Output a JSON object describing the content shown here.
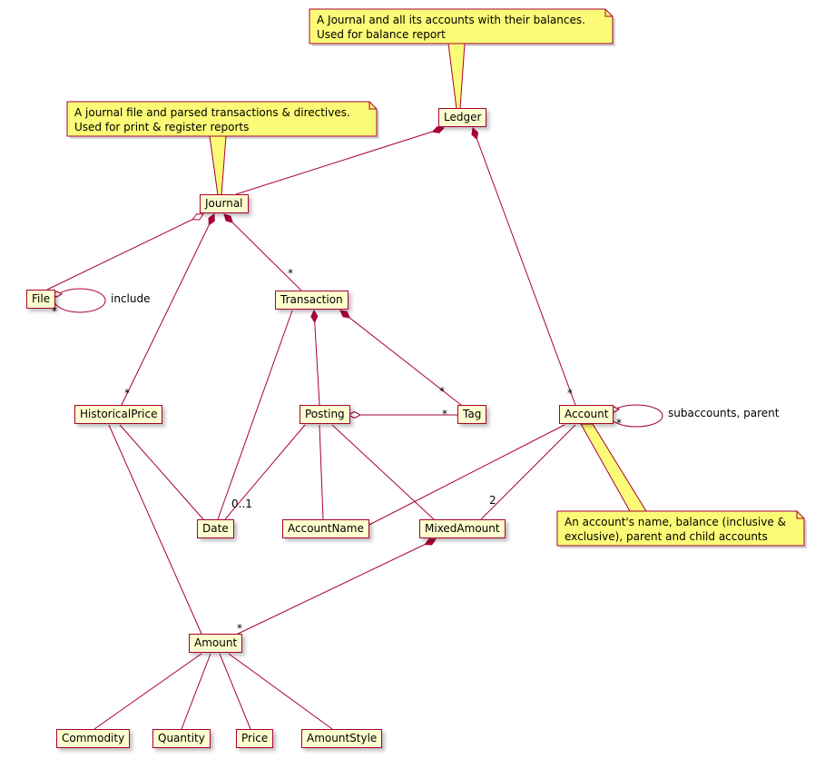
{
  "nodes": {
    "ledger": "Ledger",
    "journal": "Journal",
    "file": "File",
    "transaction": "Transaction",
    "historical_price": "HistoricalPrice",
    "posting": "Posting",
    "tag": "Tag",
    "account": "Account",
    "date": "Date",
    "account_name": "AccountName",
    "mixed_amount": "MixedAmount",
    "amount": "Amount",
    "commodity": "Commodity",
    "quantity": "Quantity",
    "price": "Price",
    "amount_style": "AmountStyle"
  },
  "notes": {
    "ledger": {
      "line1": "A Journal and all its accounts with their balances.",
      "line2": "Used for balance report"
    },
    "journal": {
      "line1": "A journal file and parsed transactions & directives.",
      "line2": "Used for print & register reports"
    },
    "account": {
      "line1": "An account's name, balance (inclusive &",
      "line2": "exclusive), parent and child accounts"
    }
  },
  "edge_labels": {
    "include": "include",
    "subaccounts_parent": "subaccounts, parent",
    "many": "*",
    "zero_or_one": "0..1",
    "two": "2"
  },
  "colors": {
    "node_fill": "#FEFECE",
    "note_fill": "#FBFB77",
    "line": "#A80036",
    "text": "#000000"
  }
}
